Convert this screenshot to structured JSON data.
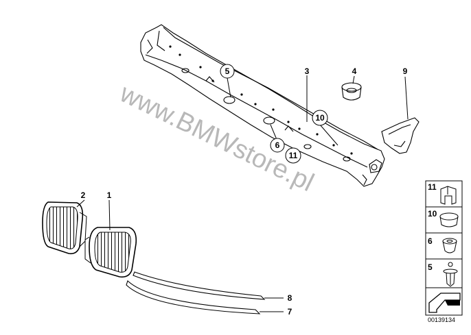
{
  "watermark": "www.BMWstore.pl",
  "diagram_code": "00139134",
  "part_labels": {
    "p1": "1",
    "p2": "2",
    "p3": "3",
    "p4": "4",
    "p5": "5",
    "p6": "6",
    "p7": "7",
    "p8": "8",
    "p9": "9",
    "p10": "10",
    "p11": "11"
  },
  "legend": [
    {
      "label": "11",
      "icon": "clip-icon"
    },
    {
      "label": "10",
      "icon": "cap-icon"
    },
    {
      "label": "6",
      "icon": "grommet-icon"
    },
    {
      "label": "5",
      "icon": "expanding-rivet-icon"
    }
  ],
  "colors": {
    "line": "#000000",
    "watermark": "#b8b8b8"
  }
}
